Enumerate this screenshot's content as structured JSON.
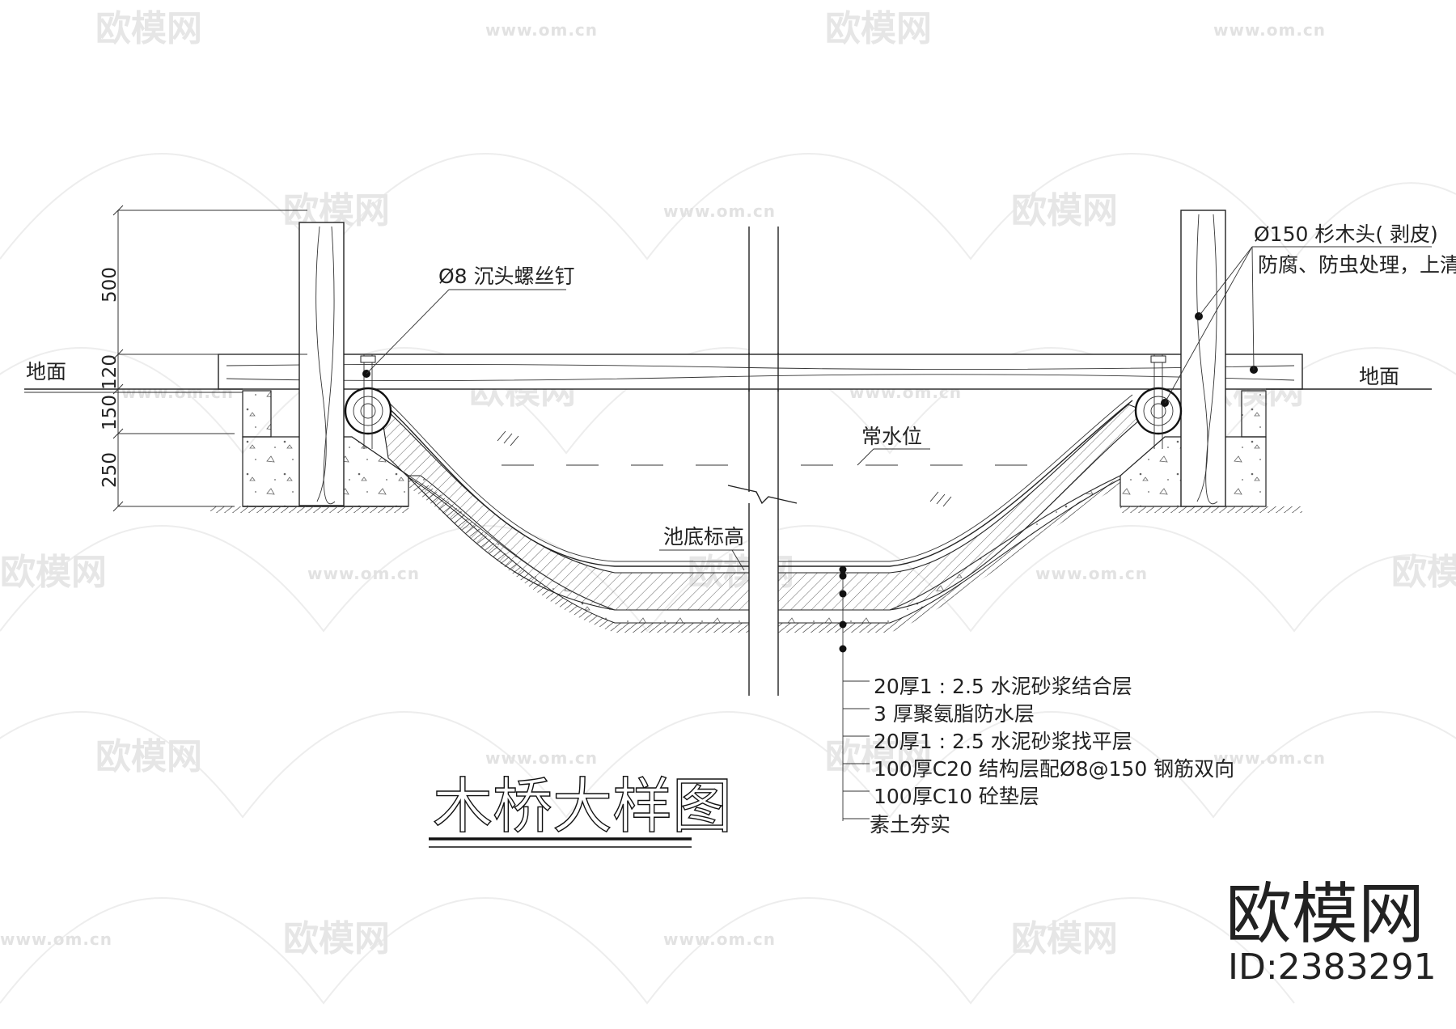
{
  "drawing": {
    "title": "木桥大样图",
    "labels": {
      "ground_left": "地面",
      "ground_right": "地面",
      "normal_water_level": "常水位",
      "pool_bottom": "池底标高"
    },
    "dimensions": [
      "500",
      "120",
      "150",
      "250"
    ],
    "callouts": {
      "screw": "Ø8 沉头螺丝钉",
      "log_line1": "Ø150 杉木头( 剥皮)",
      "log_line2": "防腐、防虫处理，上清漆"
    },
    "layers": [
      "20厚1 : 2.5 水泥砂浆结合层",
      "3 厚聚氨脂防水层",
      "20厚1 : 2.5 水泥砂浆找平层",
      "100厚C20 结构层配Ø8@150 钢筋双向",
      "100厚C10 砼垫层",
      "素土夯实"
    ]
  },
  "watermark": {
    "logo_text": "欧模网",
    "url_text": "www.om.cn"
  },
  "brand": {
    "name": "欧模网",
    "id": "ID:2383291"
  }
}
